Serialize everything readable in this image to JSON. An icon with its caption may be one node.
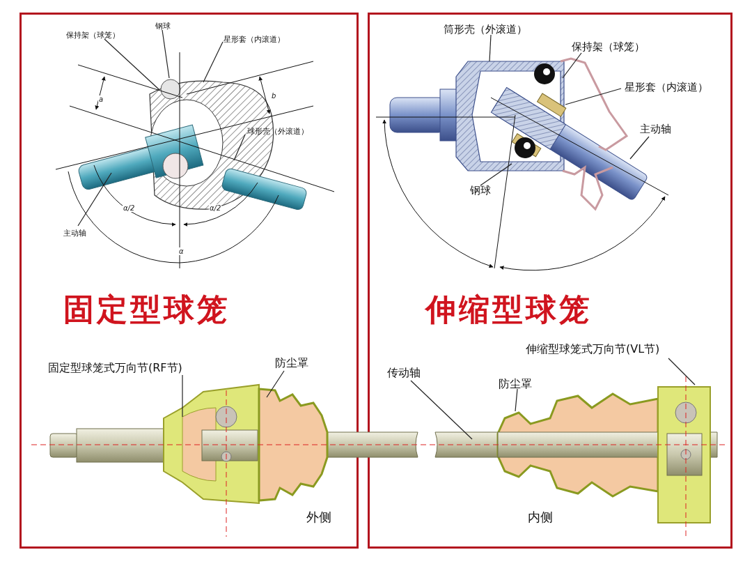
{
  "diagram": {
    "nodes": [
      {
        "text": [
          "固定型球笼"
        ]
      },
      {
        "text": [
          "伸缩型球笼"
        ]
      },
      {
        "text": [
          "保持架（球笼）"
        ],
        "in": 0
      },
      {
        "text": [
          "钢球"
        ],
        "in": 0
      },
      {
        "text": [
          "星形套（内滚道）"
        ],
        "in": 0
      },
      {
        "text": [
          "球形壳（外滚道）"
        ],
        "in": 0
      },
      {
        "text": [
          "主动轴"
        ],
        "in": 0
      },
      {
        "text": [
          "筒形壳（外滚道）"
        ],
        "in": 1
      },
      {
        "text": [
          "保持架（球笼）"
        ],
        "in": 1
      },
      {
        "text": [
          "星形套（内滚道）"
        ],
        "in": 1
      },
      {
        "text": [
          "主动轴"
        ],
        "in": 1
      },
      {
        "text": [
          "钢球"
        ],
        "in": 1
      },
      {
        "text": [
          "固定型球笼式万向节(RF节)"
        ],
        "in": 0
      },
      {
        "text": [
          "防尘罩"
        ],
        "in": 0
      },
      {
        "text": [
          "传动轴"
        ],
        "in": 1
      },
      {
        "text": [
          "防尘罩"
        ],
        "in": 1
      },
      {
        "text": [
          "伸缩型球笼式万向节(VL节)"
        ],
        "in": 1
      }
    ],
    "edges": [
      {
        "from": 2,
        "to": null,
        "arrow": "none"
      },
      {
        "from": 3,
        "to": null,
        "arrow": "none"
      },
      {
        "from": 4,
        "to": null,
        "arrow": "none"
      },
      {
        "from": 5,
        "to": null,
        "arrow": "none"
      },
      {
        "from": 6,
        "to": null,
        "arrow": "none"
      },
      {
        "from": 7,
        "to": null,
        "arrow": "none"
      },
      {
        "from": 8,
        "to": null,
        "arrow": "none"
      },
      {
        "from": 9,
        "to": null,
        "arrow": "none"
      },
      {
        "from": 10,
        "to": null,
        "arrow": "none"
      },
      {
        "from": 11,
        "to": null,
        "arrow": "none"
      },
      {
        "from": 12,
        "to": null,
        "arrow": "none"
      },
      {
        "from": 13,
        "to": null,
        "arrow": "none"
      },
      {
        "from": 14,
        "to": null,
        "arrow": "none"
      },
      {
        "from": 15,
        "to": null,
        "arrow": "none"
      },
      {
        "from": 16,
        "to": null,
        "arrow": "none"
      }
    ],
    "labels": [
      "a",
      "b",
      "α/2",
      "α/2",
      "α",
      "外侧",
      "内侧"
    ]
  }
}
